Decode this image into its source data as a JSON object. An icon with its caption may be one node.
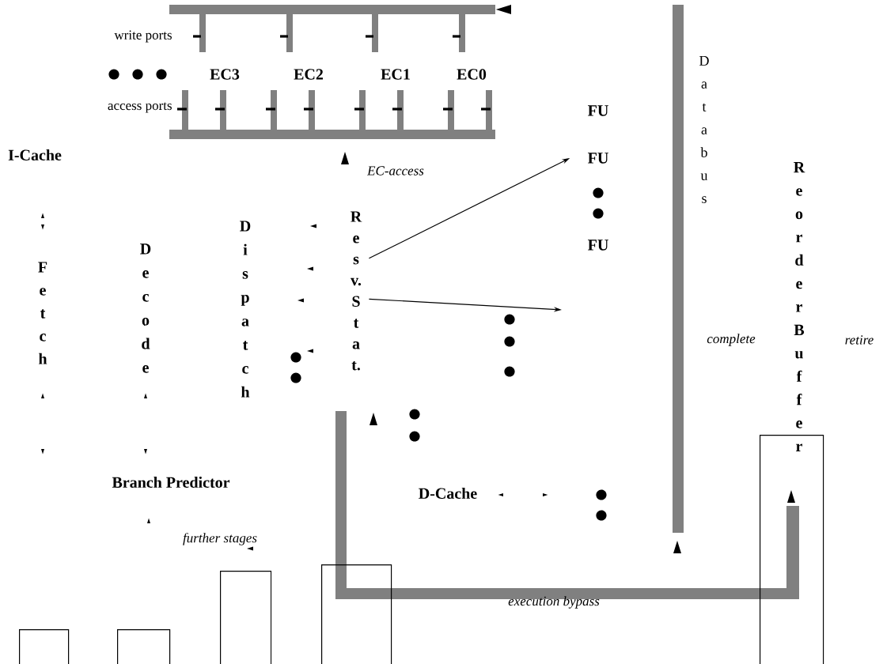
{
  "diagram": {
    "nodes": [
      {
        "text": [
          "EC3"
        ]
      },
      {
        "text": [
          "EC2"
        ]
      },
      {
        "text": [
          "EC1"
        ]
      },
      {
        "text": [
          "EC0"
        ]
      },
      {
        "text": [
          "I-Cache"
        ]
      },
      {
        "text": [
          "Fetch"
        ]
      },
      {
        "text": [
          "Decode"
        ]
      },
      {
        "text": [
          "Dispatch"
        ]
      },
      {
        "text": [
          "Resv.Stat."
        ]
      },
      {
        "text": [
          "FU"
        ]
      },
      {
        "text": [
          "FU"
        ]
      },
      {
        "text": [
          "FU"
        ]
      },
      {
        "text": [
          "Databus"
        ]
      },
      {
        "text": [
          "Reorder Buffer"
        ]
      },
      {
        "text": [
          "Branch Predictor"
        ]
      },
      {
        "text": [
          "D-Cache"
        ]
      },
      {
        "text": [],
        "shape": "box"
      },
      {
        "text": [],
        "shape": "box"
      },
      {
        "text": [],
        "shape": "box"
      },
      {
        "text": [],
        "shape": "box"
      },
      {
        "text": [],
        "shape": "box"
      }
    ],
    "edges": [
      {
        "from": 8,
        "to": 10,
        "arrow": "to"
      },
      {
        "from": 8,
        "to": null,
        "arrow": "to"
      }
    ],
    "labels": [
      "write ports",
      "access ports",
      "EC-access",
      "complete",
      "retire",
      "further stages",
      "execution bypass"
    ]
  }
}
